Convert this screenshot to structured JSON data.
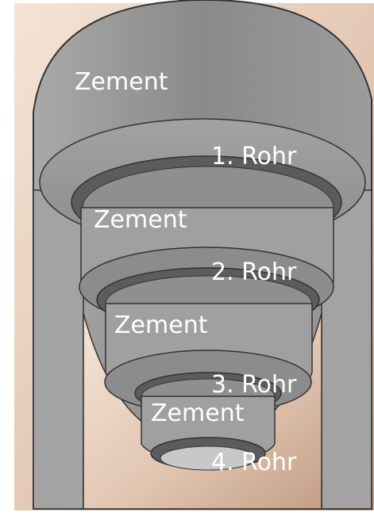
{
  "diagram": {
    "layers": [
      {
        "id": "cement-outer",
        "label": "Zement"
      },
      {
        "id": "casing-1",
        "label": "1. Rohr"
      },
      {
        "id": "cement-2",
        "label": "Zement"
      },
      {
        "id": "casing-2",
        "label": "2. Rohr"
      },
      {
        "id": "cement-3",
        "label": "Zement"
      },
      {
        "id": "casing-3",
        "label": "3. Rohr"
      },
      {
        "id": "cement-4",
        "label": "Zement"
      },
      {
        "id": "casing-4",
        "label": "4. Rohr"
      }
    ]
  },
  "colors": {
    "background_top": "#f2dfd0",
    "background_bottom": "#c9a68f",
    "cement_top": "#8c8c8c",
    "cement_side": "#7d7d7d",
    "ring_dark": "#5a5a5a",
    "label": "#ffffff"
  }
}
